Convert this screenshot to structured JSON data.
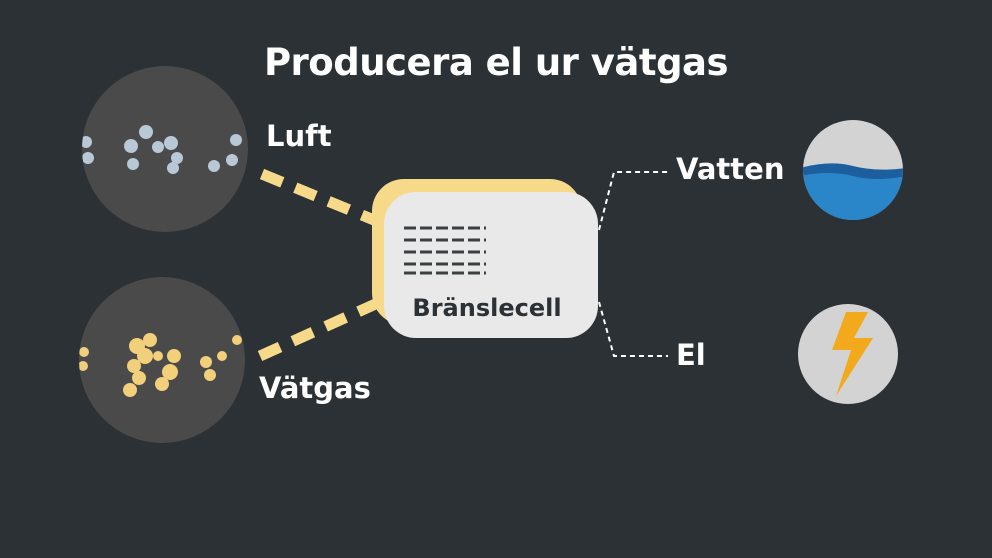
{
  "title": "Producera el ur vätgas",
  "inputs": {
    "air_label": "Luft",
    "hydrogen_label": "Vätgas"
  },
  "fuel_cell": {
    "label": "Bränslecell"
  },
  "outputs": {
    "water_label": "Vatten",
    "electricity_label": "El"
  },
  "colors": {
    "background": "#2b3134",
    "circle_fill": "#4a4a4a",
    "air_molecule": "#b9c8d6",
    "hydrogen_molecule": "#f2cf7a",
    "connector_dash": "#f7d98a",
    "fuel_cell_face": "#e9e9e9",
    "fuel_cell_back": "#f7d98a",
    "water_blue": "#2a86c8",
    "lightning_orange": "#f2a91c",
    "output_circle": "#d3d3d3"
  },
  "icons": {
    "air": "air-molecules-icon",
    "hydrogen": "hydrogen-molecules-icon",
    "fuel_cell": "fuel-cell-icon",
    "water": "water-icon",
    "electricity": "lightning-bolt-icon"
  }
}
